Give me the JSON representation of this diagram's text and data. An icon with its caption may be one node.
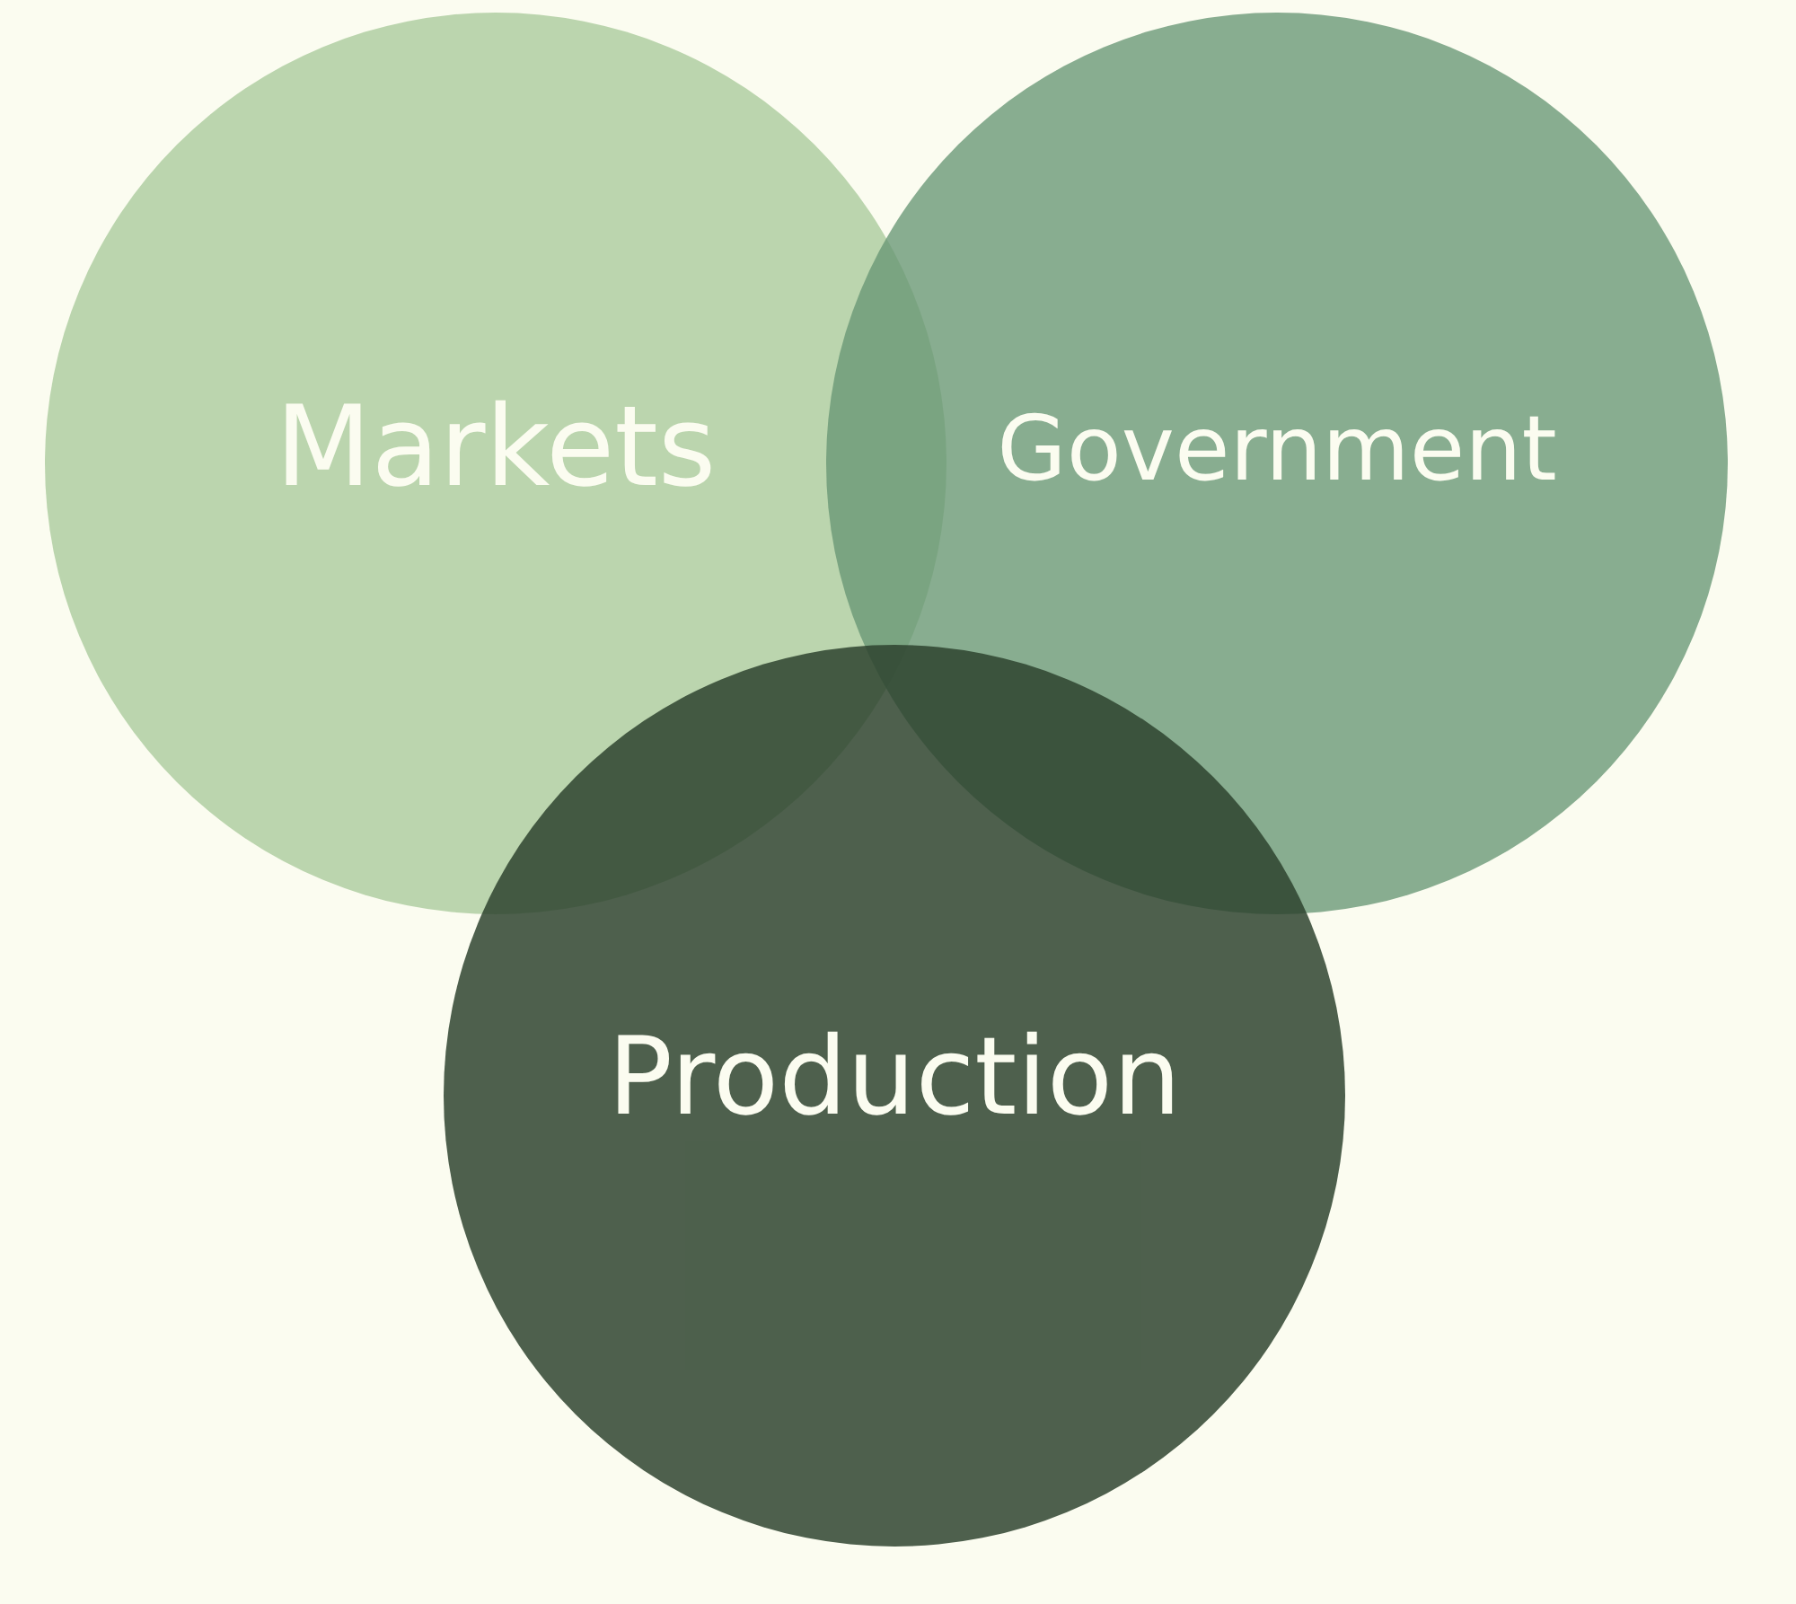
{
  "diagram": {
    "nodes": [
      {
        "text": [
          "Markets"
        ]
      },
      {
        "text": [
          "Government"
        ]
      },
      {
        "text": [
          "Production"
        ]
      }
    ]
  }
}
